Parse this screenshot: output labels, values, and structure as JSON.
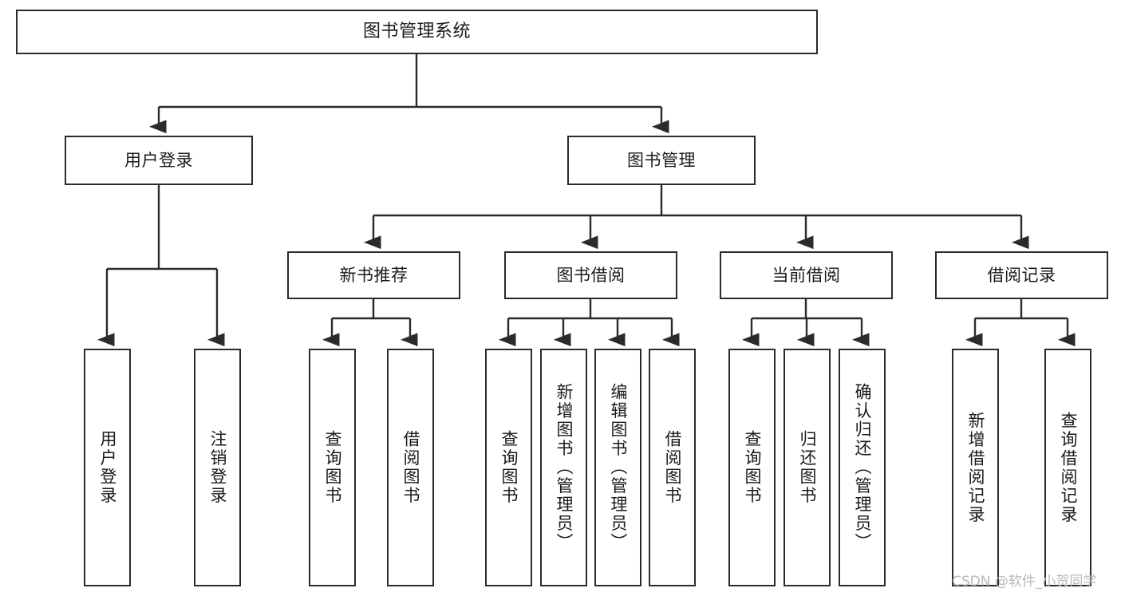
{
  "diagram": {
    "type": "tree-hierarchy-chart",
    "title": "图书管理系统",
    "colors": {
      "box_border": "#2b2b2b",
      "box_fill": "#ffffff",
      "edge": "#2b2b2b",
      "text": "#1a1a1a",
      "watermark": "#b9b9b9",
      "background": "#ffffff"
    },
    "nodes": {
      "root": {
        "label": "图书管理系统"
      },
      "level2": [
        {
          "id": "user-login",
          "label": "用户登录"
        },
        {
          "id": "book-management",
          "label": "图书管理"
        }
      ],
      "level3": [
        {
          "id": "new-book-recommend",
          "label": "新书推荐"
        },
        {
          "id": "book-borrow",
          "label": "图书借阅"
        },
        {
          "id": "current-borrow",
          "label": "当前借阅"
        },
        {
          "id": "borrow-record",
          "label": "借阅记录"
        }
      ],
      "leaves": {
        "user-login": [
          {
            "id": "leaf-user-login",
            "label": "用户登录"
          },
          {
            "id": "leaf-logout-login",
            "label": "注销登录"
          }
        ],
        "new-book-recommend": [
          {
            "id": "leaf-query-book-1",
            "label": "查询图书"
          },
          {
            "id": "leaf-borrow-book-1",
            "label": "借阅图书"
          }
        ],
        "book-borrow": [
          {
            "id": "leaf-query-book-2",
            "label": "查询图书"
          },
          {
            "id": "leaf-add-book",
            "label": "新增图书（管理员）"
          },
          {
            "id": "leaf-edit-book",
            "label": "编辑图书（管理员）"
          },
          {
            "id": "leaf-borrow-book-2",
            "label": "借阅图书"
          }
        ],
        "current-borrow": [
          {
            "id": "leaf-query-book-3",
            "label": "查询图书"
          },
          {
            "id": "leaf-return-book",
            "label": "归还图书"
          },
          {
            "id": "leaf-confirm-return",
            "label": "确认归还（管理员）"
          }
        ],
        "borrow-record": [
          {
            "id": "leaf-add-record",
            "label": "新增借阅记录"
          },
          {
            "id": "leaf-query-record",
            "label": "查询借阅记录"
          }
        ]
      }
    },
    "watermark": "CSDN @软件_小贺同学"
  }
}
